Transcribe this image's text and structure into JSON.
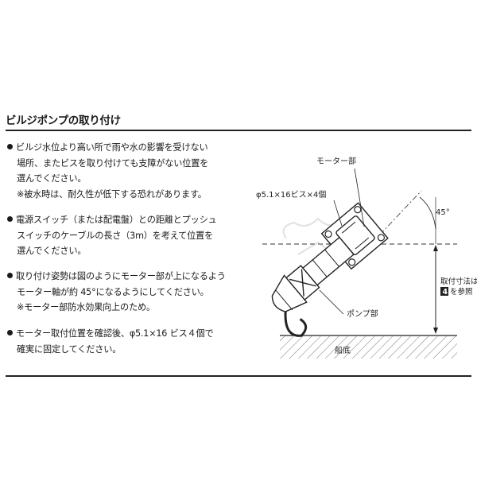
{
  "section": {
    "title": "ビルジポンプの取り付け"
  },
  "bullets": [
    {
      "lines": [
        "ビルジ水位より高い所で雨や水の影響を受けない",
        "場所、またビスを取り付けても支障がない位置を",
        "選んでください。",
        "※被水時は、耐久性が低下する恐れがあります。"
      ]
    },
    {
      "lines": [
        "電源スイッチ（または配電盤）との距離とプッシュ",
        "スイッチのケーブルの長さ（3m）を考えて位置を",
        "選んでください。"
      ]
    },
    {
      "lines": [
        "取り付け姿勢は図のようにモーター部が上になるよう",
        "モーター軸が約 45°になるようにしてください。",
        "※モーター部防水効果向上のため。"
      ]
    },
    {
      "lines": [
        "モーター取付位置を確認後、φ5.1×16 ビス４個で",
        "確実に固定してください。"
      ]
    }
  ],
  "diagram": {
    "label_motor": "モーター部",
    "label_screws": "φ5.1×16ビス×4個",
    "label_angle": "45°",
    "label_pump": "ポンプ部",
    "label_bottom": "船底",
    "dim_line1": "取付寸法は",
    "dim_ref_num": "4",
    "dim_line2": "を参照"
  }
}
